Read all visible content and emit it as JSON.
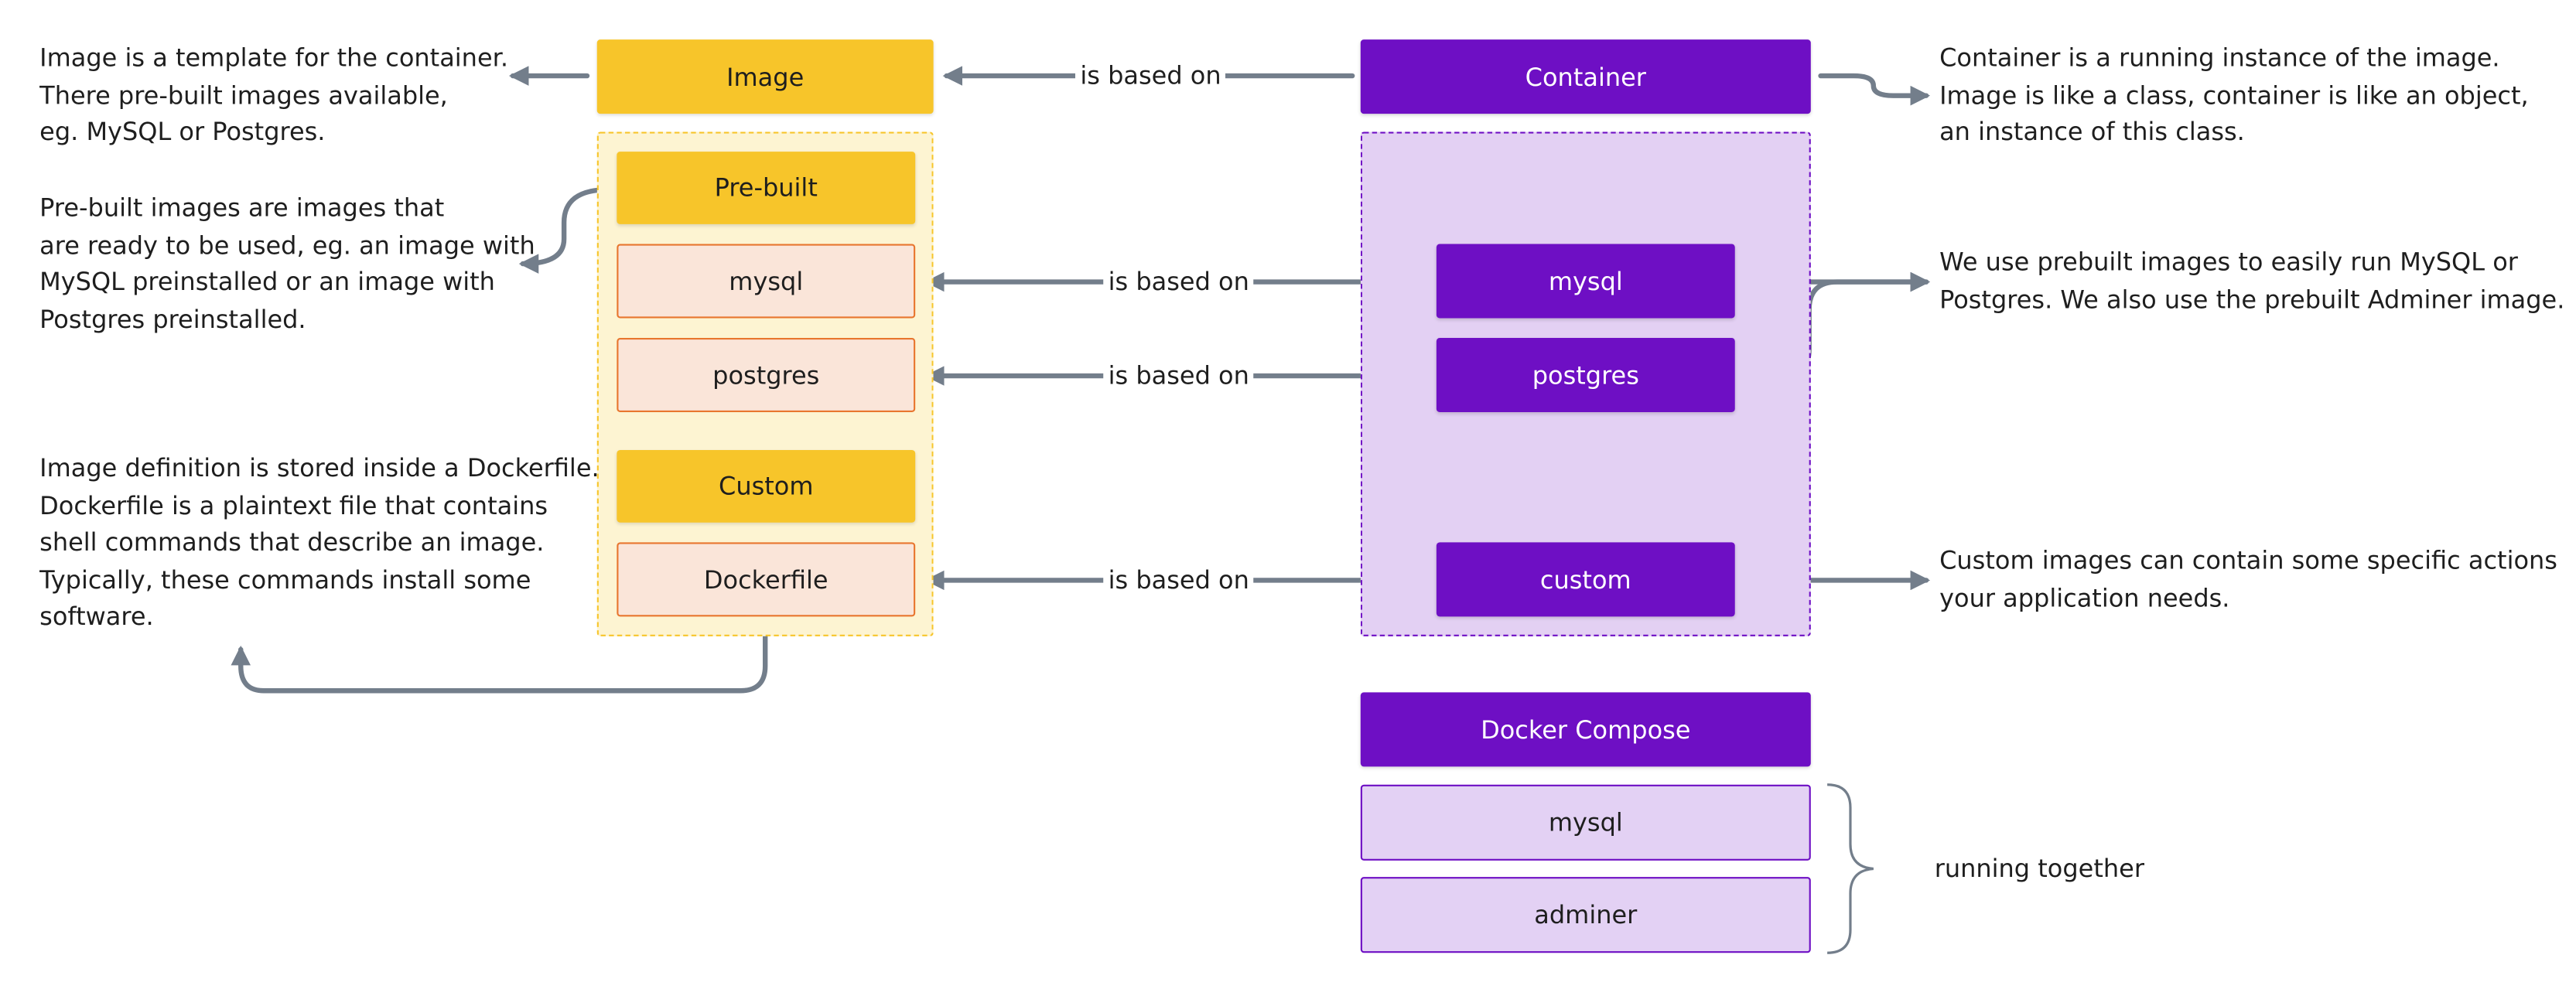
{
  "image_column": {
    "header": "Image",
    "prebuilt_header": "Pre-built",
    "prebuilt_items": [
      "mysql",
      "postgres"
    ],
    "custom_header": "Custom",
    "custom_items": [
      "Dockerfile"
    ]
  },
  "container_column": {
    "header": "Container",
    "items": [
      "mysql",
      "postgres",
      "custom"
    ]
  },
  "compose": {
    "header": "Docker Compose",
    "items": [
      "mysql",
      "adminer"
    ],
    "note": "running together"
  },
  "relation_label": "is based on",
  "notes": {
    "image": "Image is a template for the container.\nThere pre-built images available,\neg. MySQL or Postgres.",
    "prebuilt": "Pre-built images are images that\nare ready to be used, eg. an image with\nMySQL preinstalled or an image with\nPostgres preinstalled.",
    "dockerfile": "Image definition is stored inside a Dockerfile.\nDockerfile is a plaintext file that contains\nshell commands that describe an image.\nTypically, these commands install some\nsoftware.",
    "container": "Container is a running instance of the image.\nImage is like a class, container is like an object,\nan instance of this class.",
    "prebuilt_usage": "We use prebuilt images to easily run MySQL or\nPostgres. We also use the prebuilt Adminer image.",
    "custom_usage": "Custom images can contain some specific actions\nyour application needs."
  },
  "colors": {
    "image_yellow": "#f7c52a",
    "image_item_fill": "#fae5d9",
    "image_item_border": "#e8762f",
    "container_purple": "#6e0fc4",
    "container_group_fill": "#e3d0f3",
    "arrow_gray": "#737e8b"
  }
}
